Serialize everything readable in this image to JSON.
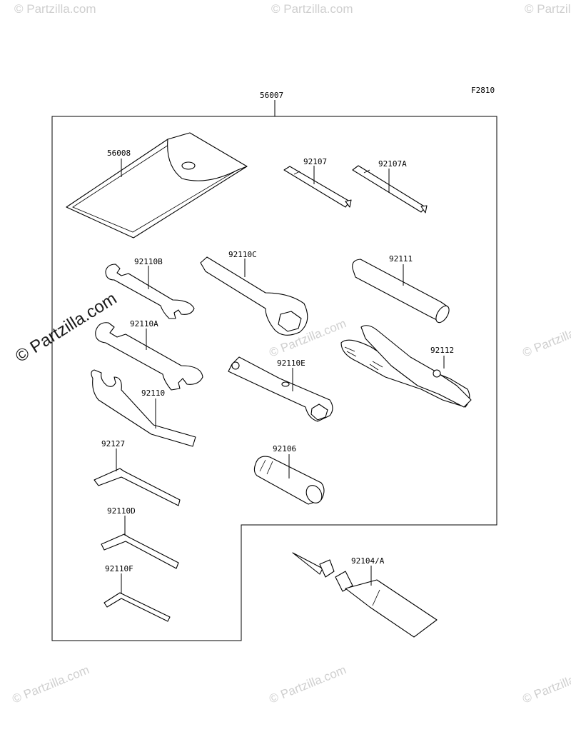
{
  "figure_code": "F2810",
  "assembly_label": "56007",
  "watermark_text": "© Partzilla.com",
  "parts": {
    "p56008": "56008",
    "p92107": "92107",
    "p92107A": "92107A",
    "p92110B": "92110B",
    "p92110C": "92110C",
    "p92111": "92111",
    "p92110A": "92110A",
    "p92112": "92112",
    "p92110E": "92110E",
    "p92110": "92110",
    "p92106": "92106",
    "p92127": "92127",
    "p92110D": "92110D",
    "p92110F": "92110F",
    "p92104A": "92104/A"
  }
}
